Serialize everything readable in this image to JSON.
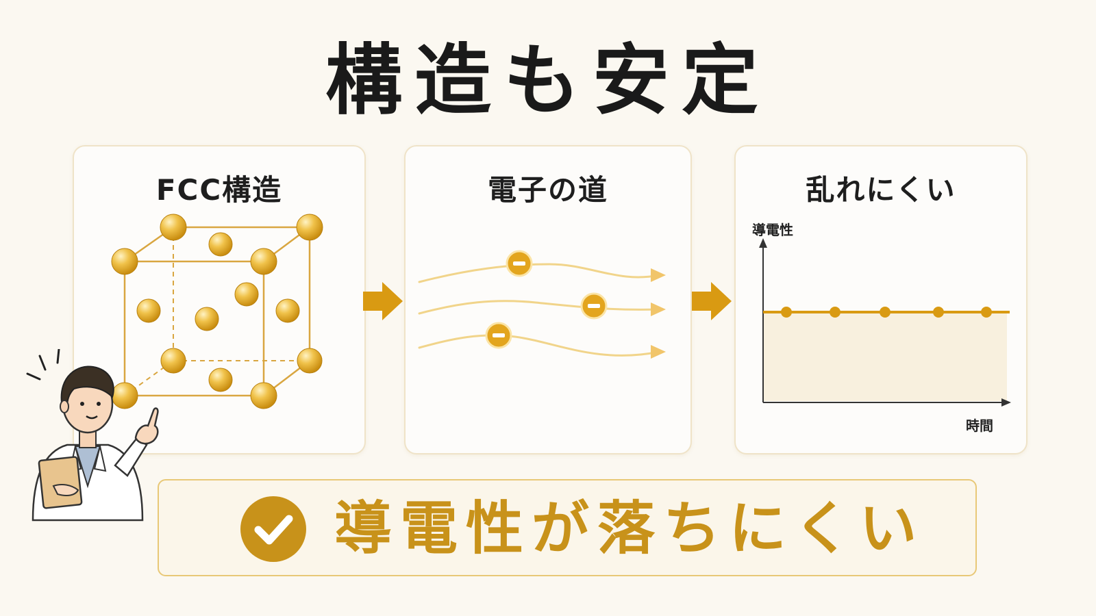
{
  "title": "構造も安定",
  "panels": [
    {
      "id": "fcc",
      "title": "FCC構造"
    },
    {
      "id": "electron",
      "title": "電子の道"
    },
    {
      "id": "stability",
      "title": "乱れにくい",
      "y_axis_label": "導電性",
      "x_axis_label": "時間"
    }
  ],
  "result": {
    "text": "導電性が落ちにくい",
    "icon": "check-circle-icon"
  },
  "colors": {
    "accent": "#d99a12",
    "gold_light": "#f1d48a",
    "gold_dark": "#b47e0d",
    "background": "#fbf8f1"
  }
}
